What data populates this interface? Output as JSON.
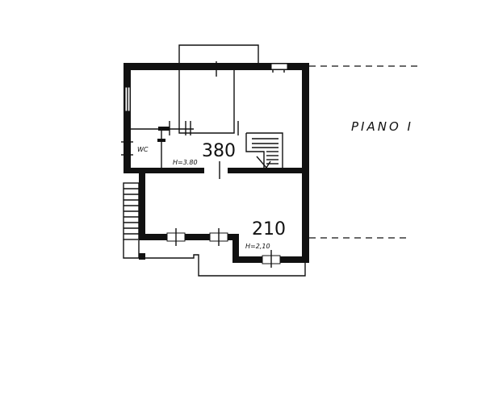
{
  "drawing": {
    "floor_label": "PIANO I",
    "upper_room_height": "380",
    "upper_room_height_note": "H=3.80",
    "lower_room_height": "210",
    "lower_room_height_note": "H=2,10",
    "wc_label": "WC"
  }
}
